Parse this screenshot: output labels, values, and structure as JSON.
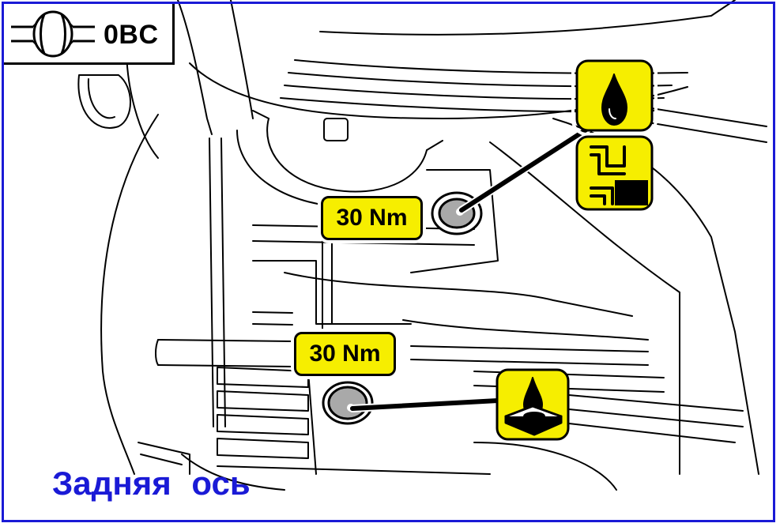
{
  "header": {
    "code": "0BC"
  },
  "torques": [
    {
      "label": "30 Nm"
    },
    {
      "label": "30 Nm"
    }
  ],
  "symbols": {
    "filler_plug": [
      "oil-drop-icon",
      "fill-level-icon"
    ],
    "drain_plug": [
      "oil-drain-icon"
    ]
  },
  "caption": "Задняя  ось",
  "colors": {
    "frame": "#1a1ad6",
    "label_fill": "#f6ee00",
    "plug": "#a9a9a9",
    "caption": "#1a1ad6"
  }
}
